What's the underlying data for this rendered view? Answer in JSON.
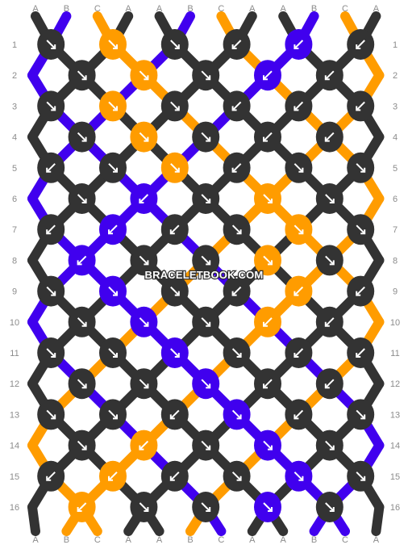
{
  "site": {
    "watermark": "BRACELETBOOK.COM"
  },
  "colors": {
    "A": "#333333",
    "B": "#4000ee",
    "C": "#ff9c00",
    "arrow": "#ffffff",
    "label": "#8c8c8c"
  },
  "strands": {
    "top": [
      "A",
      "B",
      "C",
      "A",
      "A",
      "B",
      "C",
      "A",
      "A",
      "B",
      "C",
      "A"
    ],
    "bottom": [
      "A",
      "B",
      "C",
      "A",
      "A",
      "B",
      "C",
      "A",
      "A",
      "B",
      "C",
      "A"
    ]
  },
  "rows": [
    "1",
    "2",
    "3",
    "4",
    "5",
    "6",
    "7",
    "8",
    "9",
    "10",
    "11",
    "12",
    "13",
    "14",
    "15",
    "16"
  ],
  "knots": [
    [
      [
        "A",
        "SE"
      ],
      [
        "C",
        "SE"
      ],
      [
        "A",
        "SE"
      ],
      [
        "A",
        "SW"
      ],
      [
        "B",
        "SW"
      ],
      [
        "A",
        "SW"
      ]
    ],
    [
      [
        "A",
        "SE"
      ],
      [
        "C",
        "SE"
      ],
      [
        "A",
        "SE"
      ],
      [
        "B",
        "SW"
      ],
      [
        "A",
        "SW"
      ]
    ],
    [
      [
        "A",
        "SE"
      ],
      [
        "C",
        "SE"
      ],
      [
        "A",
        "SE"
      ],
      [
        "A",
        "SW"
      ],
      [
        "A",
        "SW"
      ],
      [
        "A",
        "SW"
      ]
    ],
    [
      [
        "A",
        "SE"
      ],
      [
        "C",
        "SE"
      ],
      [
        "A",
        "SE"
      ],
      [
        "A",
        "SW"
      ],
      [
        "A",
        "SW"
      ]
    ],
    [
      [
        "A",
        "SW"
      ],
      [
        "A",
        "SE"
      ],
      [
        "C",
        "SE"
      ],
      [
        "A",
        "SW"
      ],
      [
        "A",
        "SE"
      ],
      [
        "A",
        "SE"
      ]
    ],
    [
      [
        "A",
        "SE"
      ],
      [
        "B",
        "SW"
      ],
      [
        "A",
        "SE"
      ],
      [
        "C",
        "SE"
      ],
      [
        "A",
        "SE"
      ]
    ],
    [
      [
        "A",
        "SW"
      ],
      [
        "B",
        "SW"
      ],
      [
        "A",
        "SW"
      ],
      [
        "A",
        "SE"
      ],
      [
        "C",
        "SE"
      ],
      [
        "A",
        "SE"
      ]
    ],
    [
      [
        "B",
        "SW"
      ],
      [
        "A",
        "SE"
      ],
      [
        "A",
        "SE"
      ],
      [
        "C",
        "SE"
      ],
      [
        "A",
        "SE"
      ]
    ],
    [
      [
        "A",
        "SE"
      ],
      [
        "B",
        "SE"
      ],
      [
        "A",
        "SE"
      ],
      [
        "A",
        "SW"
      ],
      [
        "C",
        "SW"
      ],
      [
        "A",
        "SW"
      ]
    ],
    [
      [
        "A",
        "SE"
      ],
      [
        "B",
        "SE"
      ],
      [
        "A",
        "SE"
      ],
      [
        "C",
        "SW"
      ],
      [
        "A",
        "SW"
      ]
    ],
    [
      [
        "A",
        "SE"
      ],
      [
        "A",
        "SE"
      ],
      [
        "B",
        "SE"
      ],
      [
        "A",
        "SE"
      ],
      [
        "A",
        "SW"
      ],
      [
        "A",
        "SW"
      ]
    ],
    [
      [
        "A",
        "SE"
      ],
      [
        "A",
        "SE"
      ],
      [
        "B",
        "SE"
      ],
      [
        "A",
        "SW"
      ],
      [
        "A",
        "SW"
      ]
    ],
    [
      [
        "A",
        "SE"
      ],
      [
        "A",
        "SE"
      ],
      [
        "A",
        "SW"
      ],
      [
        "B",
        "SE"
      ],
      [
        "A",
        "SW"
      ],
      [
        "A",
        "SE"
      ]
    ],
    [
      [
        "A",
        "SE"
      ],
      [
        "C",
        "SW"
      ],
      [
        "A",
        "SE"
      ],
      [
        "B",
        "SE"
      ],
      [
        "A",
        "SE"
      ]
    ],
    [
      [
        "A",
        "SW"
      ],
      [
        "C",
        "SW"
      ],
      [
        "A",
        "SW"
      ],
      [
        "A",
        "SE"
      ],
      [
        "B",
        "SE"
      ],
      [
        "A",
        "SE"
      ]
    ],
    [
      [
        "C",
        "SW"
      ],
      [
        "A",
        "SE"
      ],
      [
        "A",
        "SE"
      ],
      [
        "B",
        "SE"
      ],
      [
        "A",
        "SE"
      ]
    ]
  ]
}
